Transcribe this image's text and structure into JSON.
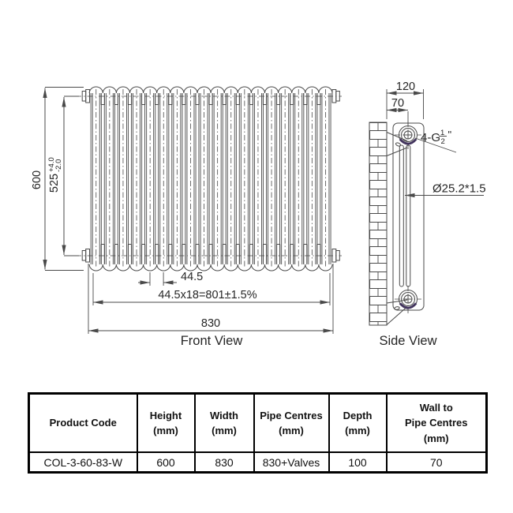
{
  "front_view": {
    "label": "Front View",
    "column_count": 18,
    "dims": {
      "overall_height": "600",
      "pipe_centres": "525",
      "pipe_centres_tol_plus": "+4.0",
      "pipe_centres_tol_minus": "-2.0",
      "column_pitch": "44.5",
      "columns_total": "44.5x18=801±1.5%",
      "overall_width": "830"
    }
  },
  "side_view": {
    "label": "Side View",
    "dims": {
      "overall_depth": "120",
      "wall_to_pipe": "70",
      "connections_prefix": "4-G",
      "connections_frac_num": "1",
      "connections_frac_den": "2",
      "connections_suffix": "\"",
      "tube_spec": "Ø25.2*1.5"
    }
  },
  "table": {
    "headers": [
      {
        "lines": [
          "Product Code"
        ]
      },
      {
        "lines": [
          "Height",
          "(mm)"
        ]
      },
      {
        "lines": [
          "Width",
          "(mm)"
        ]
      },
      {
        "lines": [
          "Pipe Centres",
          "(mm)"
        ]
      },
      {
        "lines": [
          "Depth",
          "(mm)"
        ]
      },
      {
        "lines": [
          "Wall to",
          "Pipe Centres",
          "(mm)"
        ]
      }
    ],
    "rows": [
      [
        "COL-3-60-83-W",
        "600",
        "830",
        "830+Valves",
        "100",
        "70"
      ]
    ]
  },
  "colors": {
    "line": "#4a4a4a",
    "text": "#262626",
    "accent_dark": "#43355e",
    "table_border": "#000000"
  }
}
